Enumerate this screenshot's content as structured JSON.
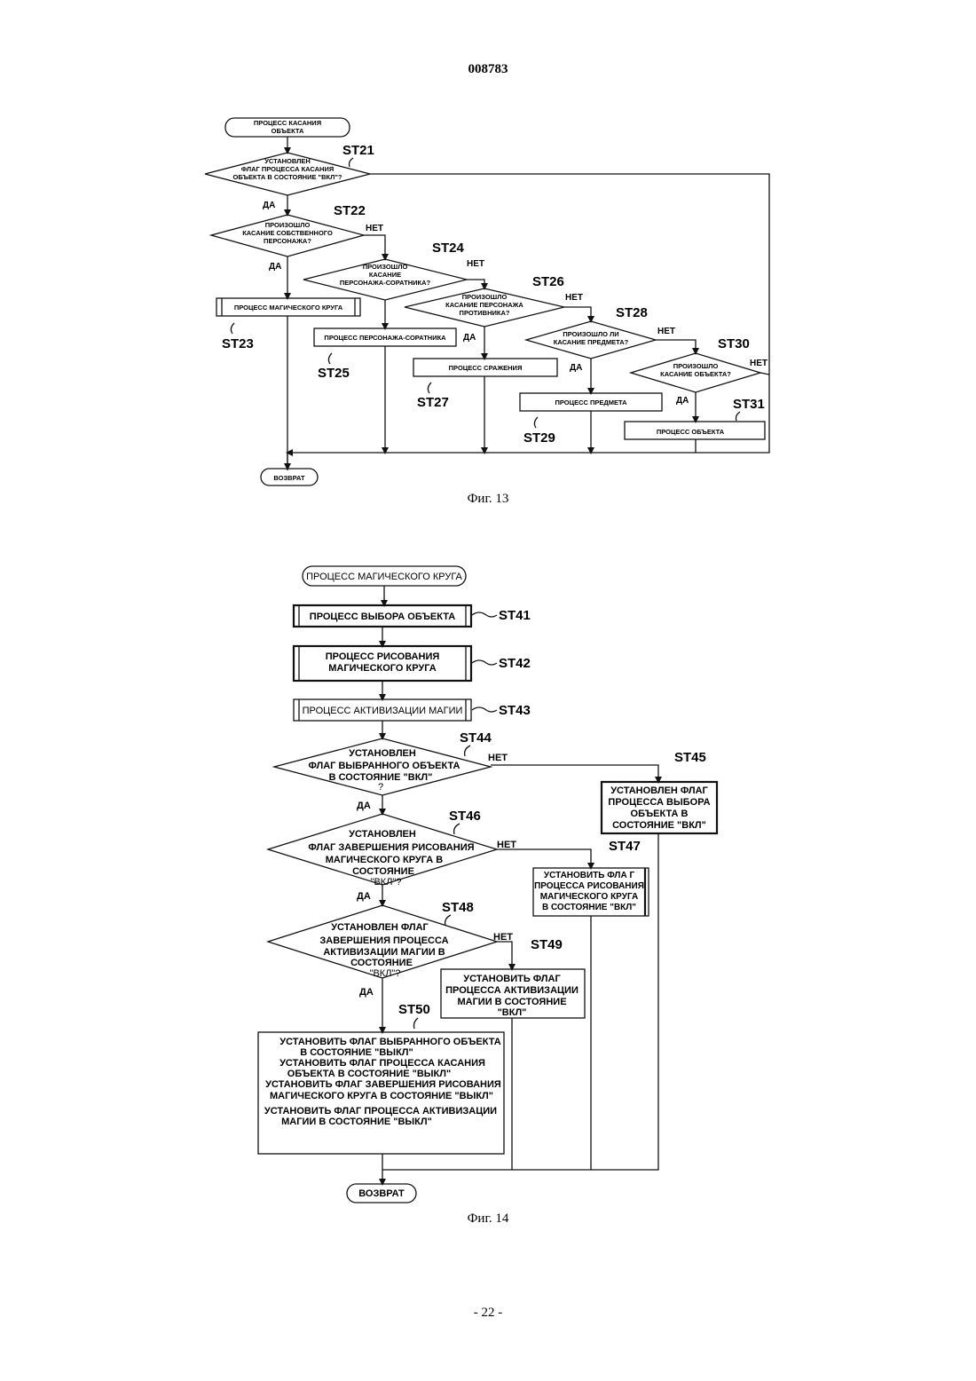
{
  "header": {
    "doc_number": "008783"
  },
  "fig13": {
    "caption": "Фиг. 13",
    "start": [
      "ПРОЦЕСС КАСАНИЯ",
      "ОБЪЕКТА"
    ],
    "end": "ВОЗВРАТ",
    "yes": "ДА",
    "no": "НЕТ",
    "d21": [
      "УСТАНОВЛЕН",
      "ФЛАГ ПРОЦЕССА КАСАНИЯ",
      "ОБЪЕКТА В СОСТОЯНИЕ \"ВКЛ\"?"
    ],
    "d22": [
      "ПРОИЗОШЛО",
      "КАСАНИЕ СОБСТВЕННОГО",
      "ПЕРСОНАЖА?"
    ],
    "d24": [
      "ПРОИЗОШЛО",
      "КАСАНИЕ",
      "ПЕРСОНАЖА-СОРАТНИКА?"
    ],
    "d26": [
      "ПРОИЗОШЛО",
      "КАСАНИЕ ПЕРСОНАЖА",
      "ПРОТИВНИКА?"
    ],
    "d28": [
      "ПРОИЗОШЛО ЛИ",
      "КАСАНИЕ ПРЕДМЕТА?"
    ],
    "d30": [
      "ПРОИЗОШЛО",
      "КАСАНИЕ ОБЪЕКТА?"
    ],
    "p23": "ПРОЦЕСС МАГИЧЕСКОГО КРУГА",
    "p25": "ПРОЦЕСС ПЕРСОНАЖА-СОРАТНИКА",
    "p27": "ПРОЦЕСС  СРАЖЕНИЯ",
    "p29": "ПРОЦЕСС ПРЕДМЕТА",
    "p31": "ПРОЦЕСС ОБЪЕКТА",
    "labels": {
      "st21": "ST21",
      "st22": "ST22",
      "st23": "ST23",
      "st24": "ST24",
      "st25": "ST25",
      "st26": "ST26",
      "st27": "ST27",
      "st28": "ST28",
      "st29": "ST29",
      "st30": "ST30",
      "st31": "ST31"
    }
  },
  "fig14": {
    "caption": "Фиг. 14",
    "start": "ПРОЦЕСС МАГИЧЕСКОГО КРУГА",
    "end": "ВОЗВРАТ",
    "yes": "ДА",
    "no": "НЕТ",
    "p41": "ПРОЦЕСС ВЫБОРА ОБЪЕКТА",
    "p42": [
      "ПРОЦЕСС РИСОВАНИЯ",
      "МАГИЧЕСКОГО КРУГА"
    ],
    "p43": "ПРОЦЕСС АКТИВИЗАЦИИ МАГИИ",
    "d44": [
      "УСТАНОВЛЕН",
      "ФЛАГ ВЫБРАННОГО ОБЪЕКТА",
      "В СОСТОЯНИЕ \"ВКЛ\"",
      "?"
    ],
    "p45": [
      "УСТАНОВЛЕН ФЛАГ",
      "ПРОЦЕССА ВЫБОРА",
      "ОБЪЕКТА В",
      "СОСТОЯНИЕ \"ВКЛ\""
    ],
    "d46": [
      "УСТАНОВЛЕН",
      "ФЛАГ ЗАВЕРШЕНИЯ РИСОВАНИЯ",
      "МАГИЧЕСКОГО КРУГА В",
      "СОСТОЯНИЕ",
      "\"ВКЛ\"?"
    ],
    "p47": [
      "УСТАНОВИТЬ ФЛА Г",
      "ПРОЦЕССА РИСОВАНИЯ",
      "МАГИЧЕСКОГО КРУГА",
      "В СОСТОЯНИЕ \"ВКЛ\""
    ],
    "d48": [
      "УСТАНОВЛЕН ФЛАГ",
      "ЗАВЕРШЕНИЯ ПРОЦЕССА",
      "АКТИВИЗАЦИИ МАГИИ В",
      "СОСТОЯНИЕ",
      "\"ВКЛ\"?"
    ],
    "p49": [
      "УСТАНОВИТЬ ФЛАГ",
      "ПРОЦЕССА АКТИВИЗАЦИИ",
      "МАГИИ В СОСТОЯНИЕ",
      "\"ВКЛ\""
    ],
    "p50": [
      "УСТАНОВИТЬ ФЛАГ ВЫБРАННОГО ОБЪЕКТА",
      "В СОСТОЯНИЕ \"ВЫКЛ\"",
      "УСТАНОВИТЬ ФЛАГ ПРОЦЕССА КАСАНИЯ",
      "ОБЪЕКТА В   СОСТОЯНИЕ \"ВЫКЛ\"",
      "УСТАНОВИТЬ ФЛАГ ЗАВЕРШЕНИЯ РИСОВАНИЯ",
      "МАГИЧЕСКОГО КРУГА В СОСТОЯНИЕ \"ВЫКЛ\"",
      "УСТАНОВИТЬ ФЛАГ ПРОЦЕССА АКТИВИЗАЦИИ",
      "МАГИИ В СОСТОЯНИЕ \"ВЫКЛ\""
    ],
    "labels": {
      "st41": "ST41",
      "st42": "ST42",
      "st43": "ST43",
      "st44": "ST44",
      "st45": "ST45",
      "st46": "ST46",
      "st47": "ST47",
      "st48": "ST48",
      "st49": "ST49",
      "st50": "ST50"
    }
  },
  "footer": {
    "page_number": "- 22 -"
  }
}
